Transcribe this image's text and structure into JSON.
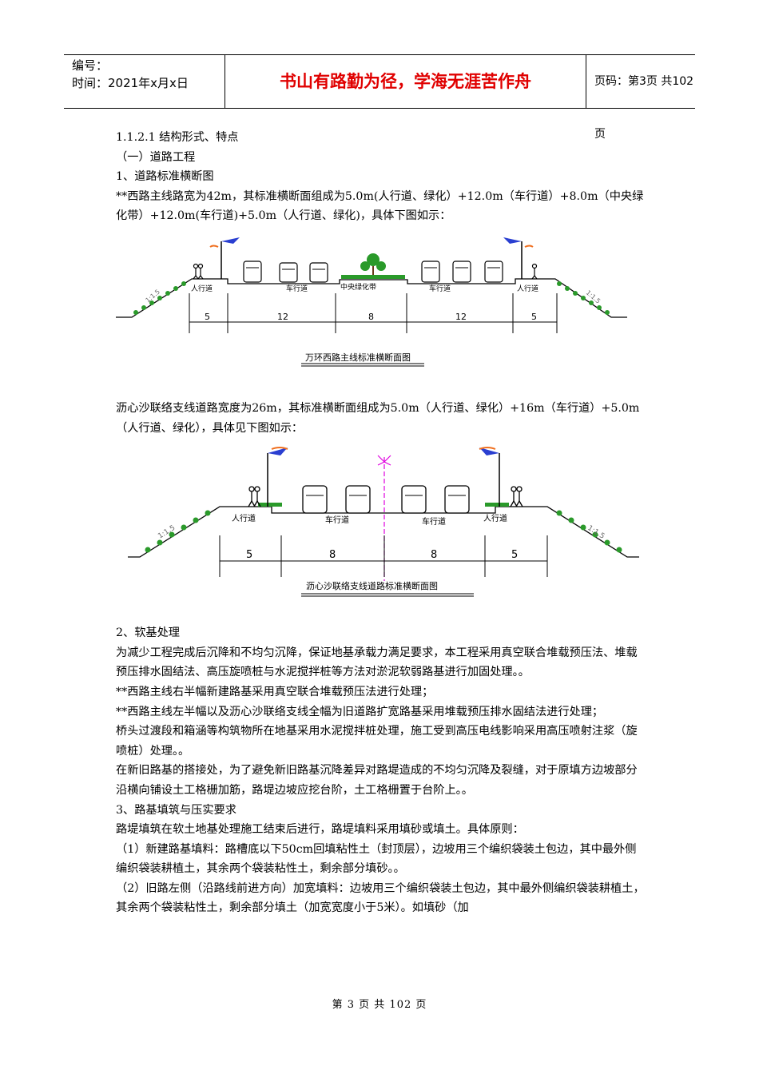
{
  "header": {
    "number_label": "编号：",
    "time_label": "时间：2021年x月x日",
    "motto": "书山有路勤为径，学海无涯苦作舟",
    "page_info": "页码：第3页  共102页"
  },
  "body": {
    "section_title": "1.1.2.1 结构形式、特点",
    "sub1": "（一）道路工程",
    "sub2": "1、道路标准横断图",
    "p1": "**西路主线路宽为42m，其标准横断面组成为5.0m(人行道、绿化）+12.0m（车行道）+8.0m（中央绿化带）+12.0m(车行道)+5.0m（人行道、绿化)，具体下图如示：",
    "p2": "沥心沙联络支线道路宽度为26m，其标准横断面组成为5.0m（人行道、绿化）+16m（车行道）+5.0m（人行道、绿化），具体见下图如示：",
    "h_soft": "2、软基处理",
    "p3": "为减少工程完成后沉降和不均匀沉降，保证地基承载力满足要求，本工程采用真空联合堆载预压法、堆载预压排水固结法、高压旋喷桩与水泥搅拌桩等方法对淤泥软弱路基进行加固处理。。",
    "p4": "**西路主线右半幅新建路基采用真空联合堆载预压法进行处理；",
    "p5": "**西路主线左半幅以及沥心沙联络支线全幅为旧道路扩宽路基采用堆载预压排水固结法进行处理；",
    "p6": "桥头过渡段和箱涵等构筑物所在地基采用水泥搅拌桩处理，施工受到高压电线影响采用高压喷射注浆（旋喷桩）处理。。",
    "p7": "在新旧路基的搭接处，为了避免新旧路基沉降差异对路堤造成的不均匀沉降及裂缝，对于原填方边坡部分沿横向铺设土工格栅加筋，路堤边坡应挖台阶，土工格栅置于台阶上。。",
    "h_fill": "3、路基填筑与压实要求",
    "p8": "路堤填筑在软土地基处理施工结束后进行，路堤填料采用填砂或填土。具体原则：",
    "p9": "（1）新建路基填料：路槽底以下50cm回填粘性土（封顶层），边坡用三个编织袋装土包边，其中最外侧编织袋装耕植土，其余两个袋装粘性土，剩余部分填砂。。",
    "p10": "（2）旧路左侧（沿路线前进方向）加宽填料：边坡用三个编织袋装土包边，其中最外侧编织袋装耕植土，其余两个袋装粘性土，剩余部分填土（加宽宽度小于5米）。如填砂（加"
  },
  "figure1": {
    "caption": "万环西路主线标准横断面图",
    "labels": [
      "人行道",
      "车行道",
      "中央绿化带",
      "车行道",
      "人行道"
    ],
    "dims": [
      "5",
      "12",
      "8",
      "12",
      "5"
    ],
    "slope": "1:1.5"
  },
  "figure2": {
    "caption": "沥心沙联络支线道路标准横断面图",
    "labels": [
      "人行道",
      "车行道",
      "车行道",
      "人行道"
    ],
    "dims": [
      "5",
      "8",
      "8",
      "5"
    ],
    "slope": "1:1.5"
  },
  "footer": {
    "text": "第 3 页 共 102 页"
  },
  "colors": {
    "motto": "#e00000",
    "flag_blue": "#2a3fd1",
    "flag_orange": "#f07020",
    "green": "#2a9a2a",
    "median": "#e000e0"
  }
}
